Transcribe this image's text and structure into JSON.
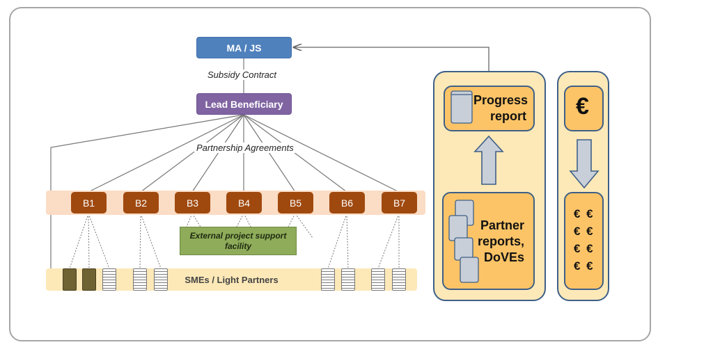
{
  "diagram": {
    "top_box": "MA / JS",
    "subsidy_label": "Subsidy Contract",
    "lead_box": "Lead Beneficiary",
    "partnership_label": "Partnership Agreements",
    "beneficiaries": [
      "B1",
      "B2",
      "B3",
      "B4",
      "B5",
      "B6",
      "B7"
    ],
    "external_box": "External project support facility",
    "sme_band_label": "SMEs / Light Partners",
    "progress_report": [
      "Progress",
      "report"
    ],
    "partner_reports": [
      "Partner",
      "reports,",
      "DoVEs"
    ],
    "euro_symbol": "€",
    "euro_rows": [
      "€ €",
      "€ €",
      "€ €",
      "€ €"
    ],
    "colors": {
      "ma_js": "#4f81bd",
      "lead": "#8064a2",
      "beneficiary": "#a0490f",
      "external": "#8eac5a",
      "panel_border": "#3e5f87",
      "inner_fill": "#fcc467",
      "panel_fill": "#fde9b8"
    }
  }
}
